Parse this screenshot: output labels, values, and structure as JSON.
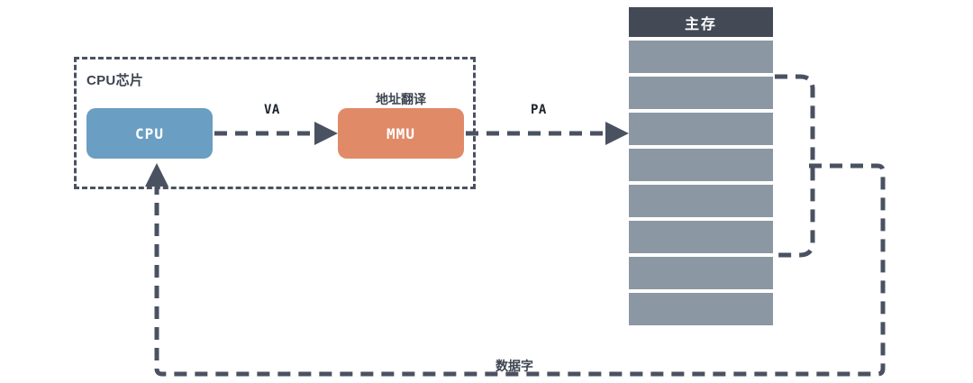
{
  "diagram": {
    "title_implicit": "虚拟地址翻译流程",
    "chip": {
      "label": "CPU芯片"
    },
    "nodes": [
      {
        "id": "cpu",
        "label": "CPU",
        "color": "#6a9ec2"
      },
      {
        "id": "mmu",
        "label": "MMU",
        "caption": "地址翻译",
        "color": "#e08a68"
      }
    ],
    "memory": {
      "header": "主存",
      "header_color": "#434a56",
      "row_color": "#8b97a3",
      "row_count": 8,
      "rows": [
        "",
        "",
        "",
        "",
        "",
        "",
        "",
        ""
      ]
    },
    "edges": [
      {
        "id": "cpu-to-mmu",
        "label": "VA",
        "style": "dashed-arrow"
      },
      {
        "id": "mmu-to-mem",
        "label": "PA",
        "style": "dashed-arrow"
      },
      {
        "id": "mem-to-cpu",
        "label": "数据字",
        "style": "dashed-arrow"
      }
    ],
    "colors": {
      "line": "#4a5261",
      "text": "#3d4450",
      "background": "#ffffff"
    }
  }
}
